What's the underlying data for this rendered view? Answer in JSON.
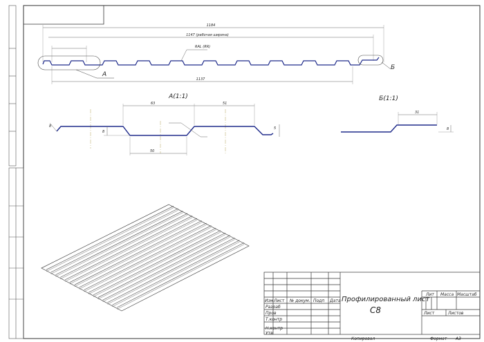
{
  "drawing": {
    "overall_width": "1184",
    "working_width": "1147 (рабочая ширина)",
    "color_label": "RAL (RR)",
    "bottom_dim": "1137",
    "callout_a": "А",
    "callout_b": "Б"
  },
  "detail_a": {
    "title": "А(1:1)",
    "dim_pitch": "63",
    "dim_right": "51",
    "dim_bottom": "50",
    "dim_height": "8",
    "dim_edge": "8",
    "dim_small": "5"
  },
  "detail_b": {
    "title": "Б(1:1)",
    "dim_top": "31",
    "dim_height": "8"
  },
  "title_block": {
    "title_line1": "Профилированный лист",
    "title_line2": "С8",
    "col_izm": "Изм",
    "col_list": "Лист",
    "col_doc": "№ докум.",
    "col_sign": "Подп",
    "col_date": "Дата",
    "row_razrab": "Разраб",
    "row_prov": "Пров",
    "row_tkontr": "Т.контр",
    "row_nkontr": "Н.контр",
    "row_utv": "Утв",
    "hdr_lit": "Лит",
    "hdr_massa": "Масса",
    "hdr_masshtab": "Масштаб",
    "lbl_list": "Лист",
    "lbl_listov": "Листов",
    "copied": "Копировал",
    "format_label": "Формат",
    "format_value": "А3"
  }
}
